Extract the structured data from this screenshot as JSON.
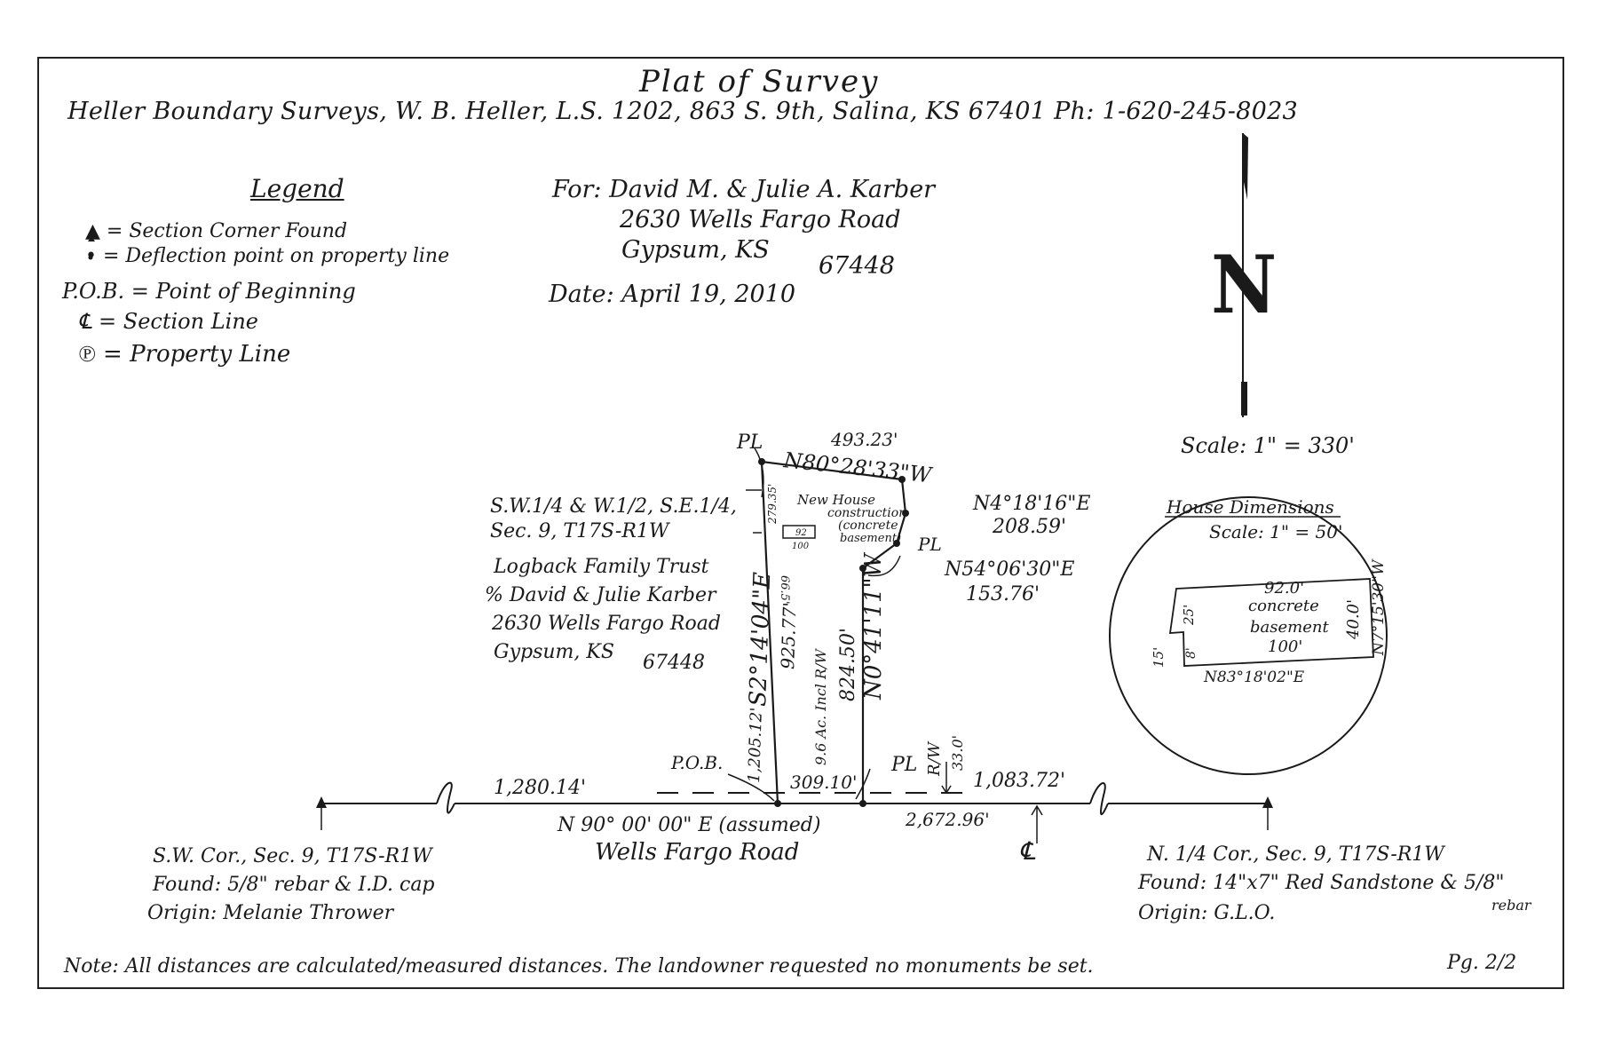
{
  "header": {
    "title": "Plat of Survey",
    "company": "Heller Boundary Surveys, W. B. Heller, L.S. 1202, 863 S. 9th, Salina, KS 67401 Ph: 1-620-245-8023"
  },
  "legend": {
    "title": "Legend",
    "items": [
      "▲ = Section Corner Found",
      "• = Deflection point on property line",
      "P.O.B. = Point of Beginning",
      "℄ = Section Line",
      "℗ = Property Line"
    ]
  },
  "client": {
    "for_line": "For: David M. & Julie A. Karber",
    "address1": "2630 Wells Fargo Road",
    "address2": "Gypsum, KS",
    "zip": "67448",
    "date": "Date: April 19, 2010"
  },
  "north_arrow": {
    "letter": "N",
    "scale": "Scale: 1\" = 330'"
  },
  "parcel": {
    "legal1": "S.W.1/4 & W.1/2, S.E.1/4,",
    "legal2": "Sec. 9, T17S-R1W",
    "owner1": "Logback Family Trust",
    "owner2": "% David & Julie Karber",
    "owner3": "2630 Wells Fargo Road",
    "owner4": "Gypsum, KS",
    "owner_zip": "67448"
  },
  "plat_labels": {
    "pl_top": "PL",
    "top_dist": "493.23'",
    "top_bearing": "N80°28'33\"W",
    "house_note1": "New House",
    "house_note2": "construction",
    "house_note3": "(concrete",
    "house_note4": "basement)",
    "house_w": "92",
    "house_l": "100",
    "dist_27935": "279.35'",
    "dist_665": "66.5'",
    "right1_bearing": "N4°18'16\"E",
    "right1_dist": "208.59'",
    "pl_right": "PL",
    "right2_bearing": "N54°06'30\"E",
    "right2_dist": "153.76'",
    "west_bearing": "S2°14'04\"E",
    "west_total": "1,205.12'",
    "west_dist": "925.77'",
    "acres": "9.6 Ac. Incl R/W",
    "east_dist": "824.50'",
    "east_bearing": "N0°41'11\"W",
    "rw_label": "R/W",
    "rw_dist": "33.0'",
    "pob": "P.O.B.",
    "pl_bottom": "PL",
    "south_dist": "309.10'",
    "road_left": "1,280.14'",
    "road_right": "1,083.72'",
    "road_total": "2,672.96'",
    "road_bearing": "N 90° 00' 00\" E (assumed)",
    "road_name": "Wells Fargo Road",
    "section_line": "℄"
  },
  "house_detail": {
    "title": "House Dimensions",
    "scale": "Scale: 1\" = 50'",
    "top": "92.0'",
    "line1": "concrete",
    "line2": "basement",
    "bottom": "100'",
    "right": "40.0'",
    "right_bearing": "N7°15'30\"W",
    "bottom_bearing": "N83°18'02\"E",
    "left_25": "25'",
    "left_15": "15'",
    "left_8": "8'"
  },
  "corners": {
    "sw1": "S.W. Cor., Sec. 9, T17S-R1W",
    "sw2": "Found: 5/8\" rebar & I.D. cap",
    "sw3": "Origin: Melanie Thrower",
    "n1": "N. 1/4 Cor., Sec. 9, T17S-R1W",
    "n2": "Found: 14\"x7\" Red Sandstone & 5/8\"",
    "n2b": "rebar",
    "n3": "Origin: G.L.O."
  },
  "footer": {
    "note": "Note: All distances are calculated/measured distances. The landowner requested no monuments be set.",
    "page": "Pg. 2/2"
  },
  "colors": {
    "ink": "#1a1a1a",
    "paper": "#ffffff"
  }
}
